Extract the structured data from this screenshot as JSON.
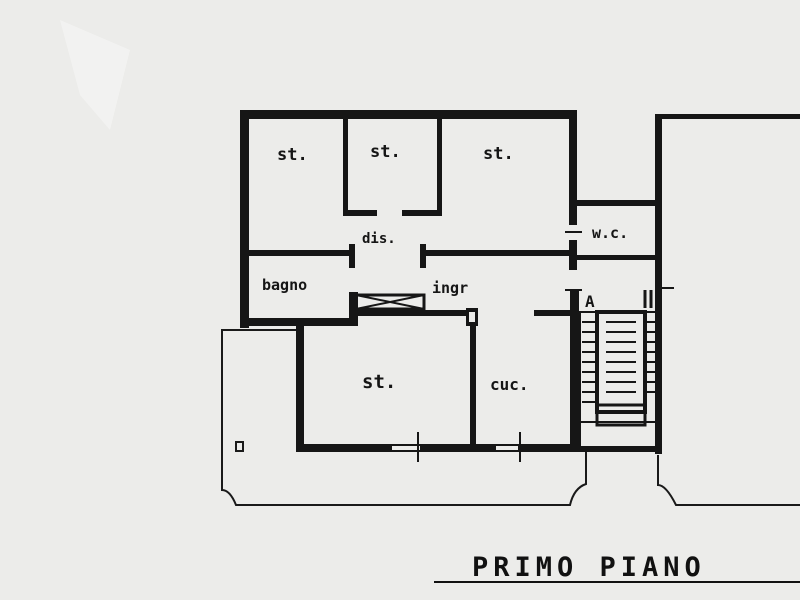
{
  "rooms": {
    "st_top_left": "st.",
    "st_top_center": "st.",
    "st_top_right": "st.",
    "wc": "w.c.",
    "disimpegno": "dis.",
    "bagno": "bagno",
    "ingresso": "ingr",
    "st_living": "st.",
    "cucina": "cuc."
  },
  "stair_mark": "A",
  "title": "PRIMO PIANO",
  "colors": {
    "paper": "#ececea",
    "ink": "#161616"
  }
}
